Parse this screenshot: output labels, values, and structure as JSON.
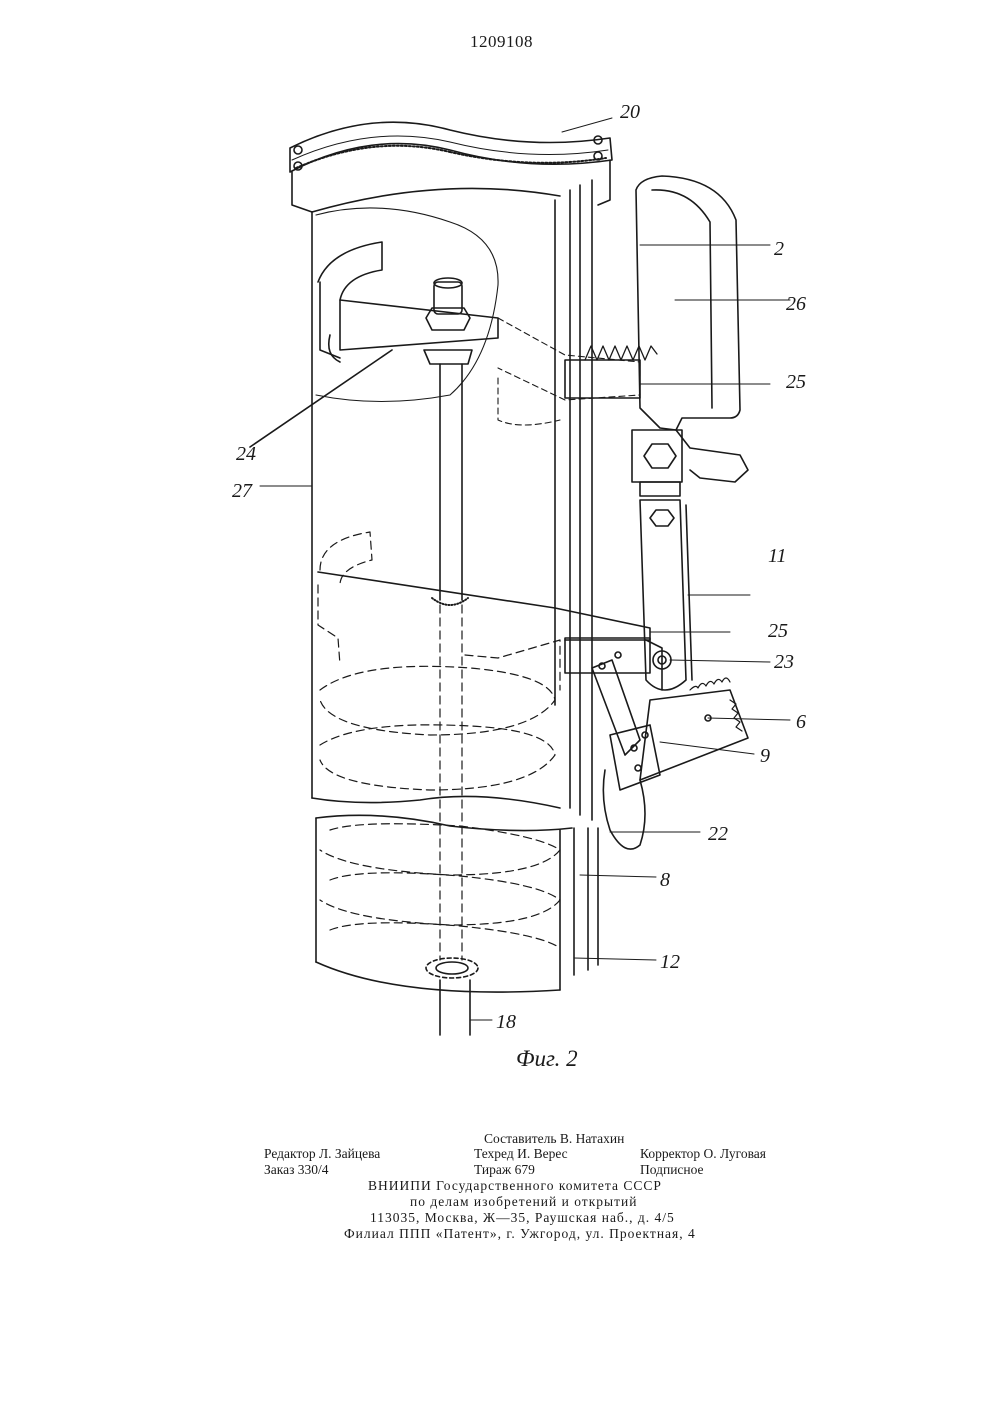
{
  "patent_number": "1209108",
  "figure_caption": "Фиг. 2",
  "labels": {
    "l20": "20",
    "l2": "2",
    "l26": "26",
    "l25a": "25",
    "l24": "24",
    "l27": "27",
    "l11": "11",
    "l25b": "25",
    "l23": "23",
    "l6": "6",
    "l9": "9",
    "l22": "22",
    "l8": "8",
    "l12": "12",
    "l18": "18"
  },
  "imprint": {
    "compiler": "Составитель В. Натахин",
    "editor": "Редактор Л. Зайцева",
    "techred": "Техред И. Верес",
    "corrector": "Корректор О. Луговая",
    "order": "Заказ 330/4",
    "circulation": "Тираж 679",
    "subscription": "Подписное",
    "org_line1": "ВНИИПИ Государственного комитета СССР",
    "org_line2": "по делам изобретений и открытий",
    "address": "113035, Москва, Ж—35, Раушская наб., д. 4/5",
    "branch": "Филиал ППП «Патент», г. Ужгород, ул. Проектная, 4"
  }
}
